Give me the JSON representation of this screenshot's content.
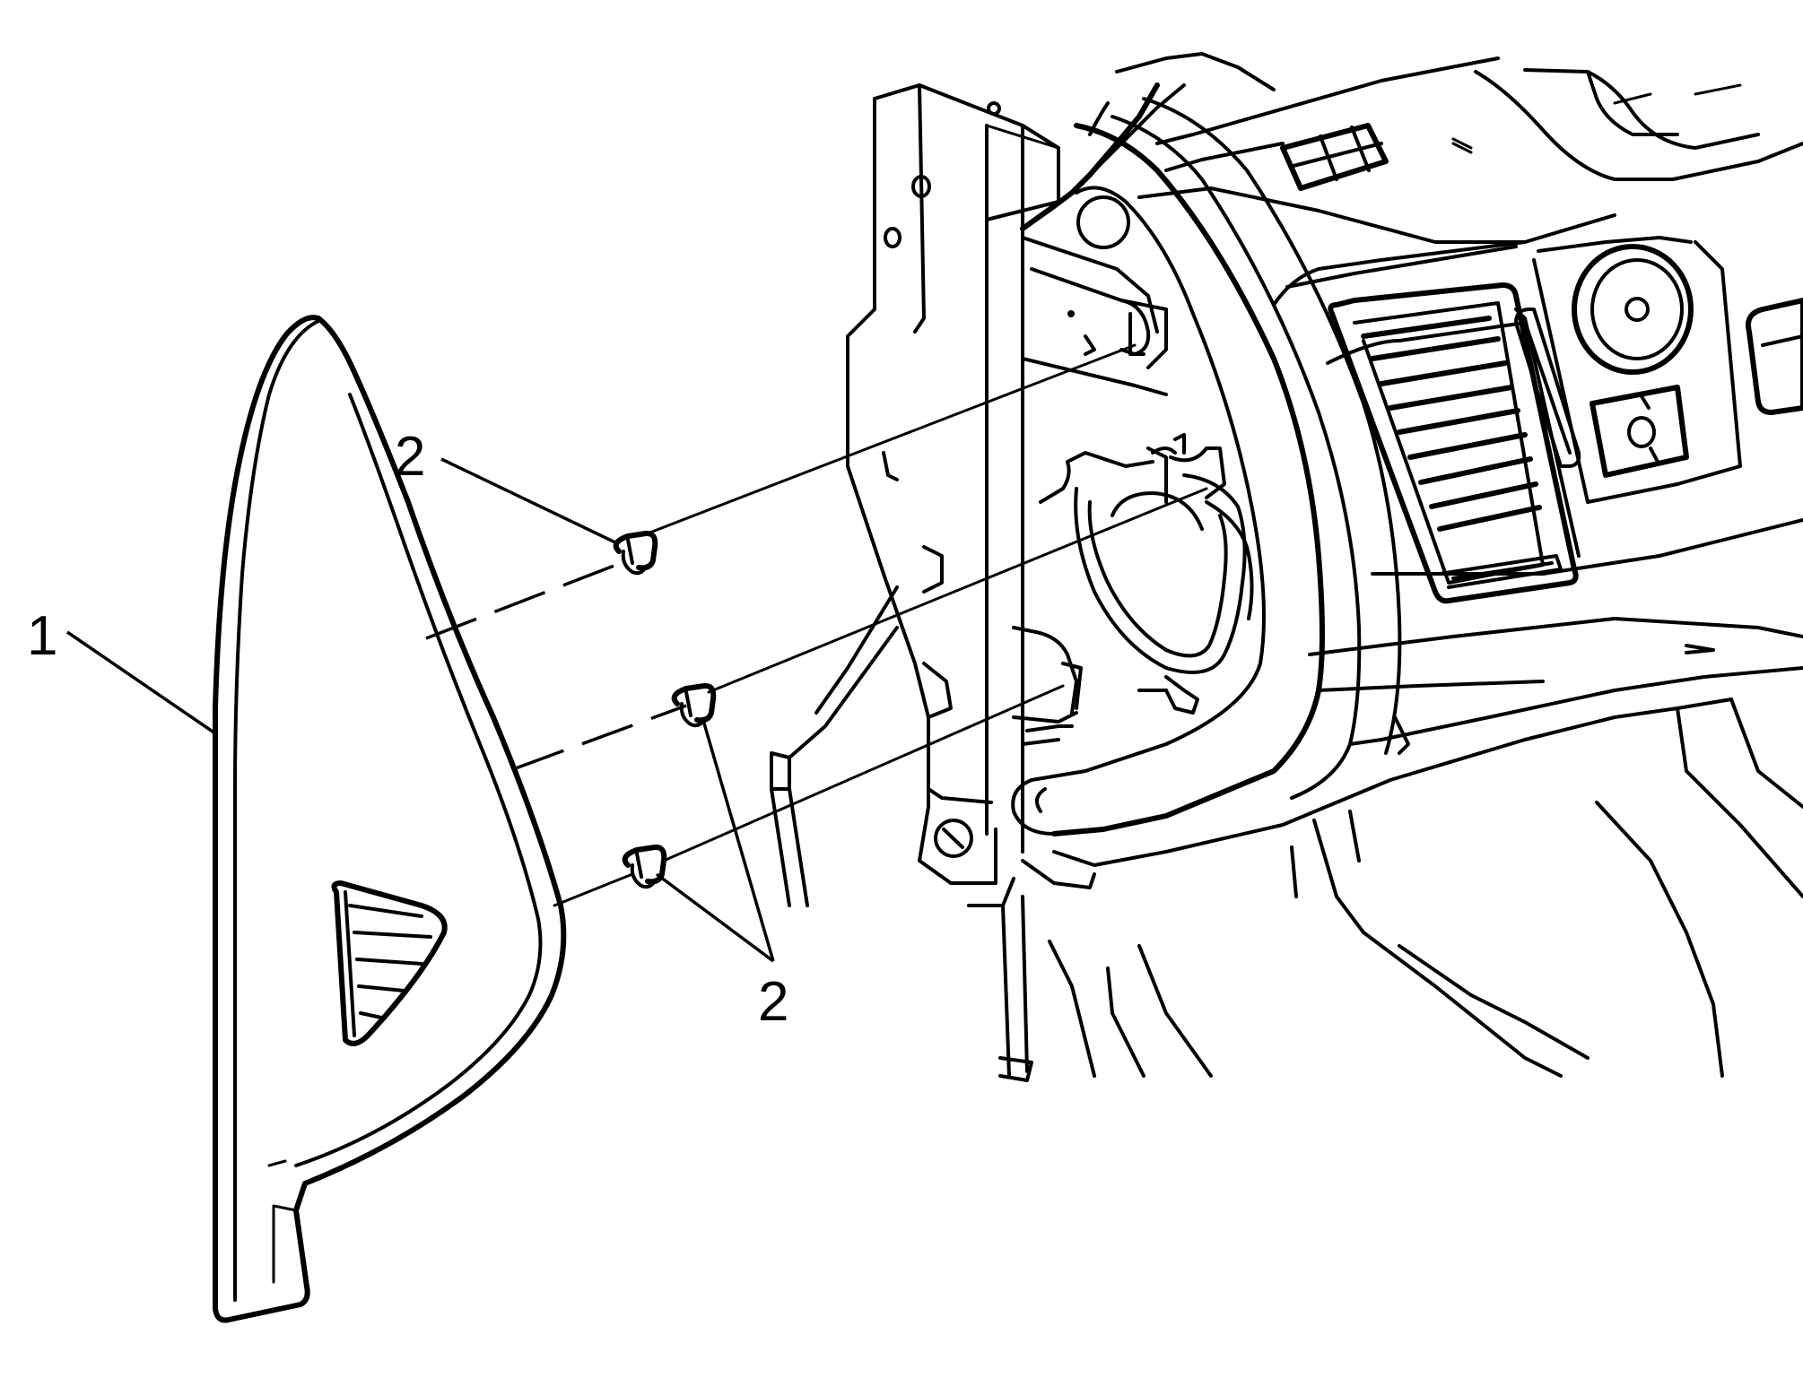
{
  "figure": {
    "callouts": [
      {
        "id": "trim-panel",
        "label": "1"
      },
      {
        "id": "clip-upper",
        "label": "2"
      },
      {
        "id": "clip-lower",
        "label": "2"
      }
    ]
  }
}
